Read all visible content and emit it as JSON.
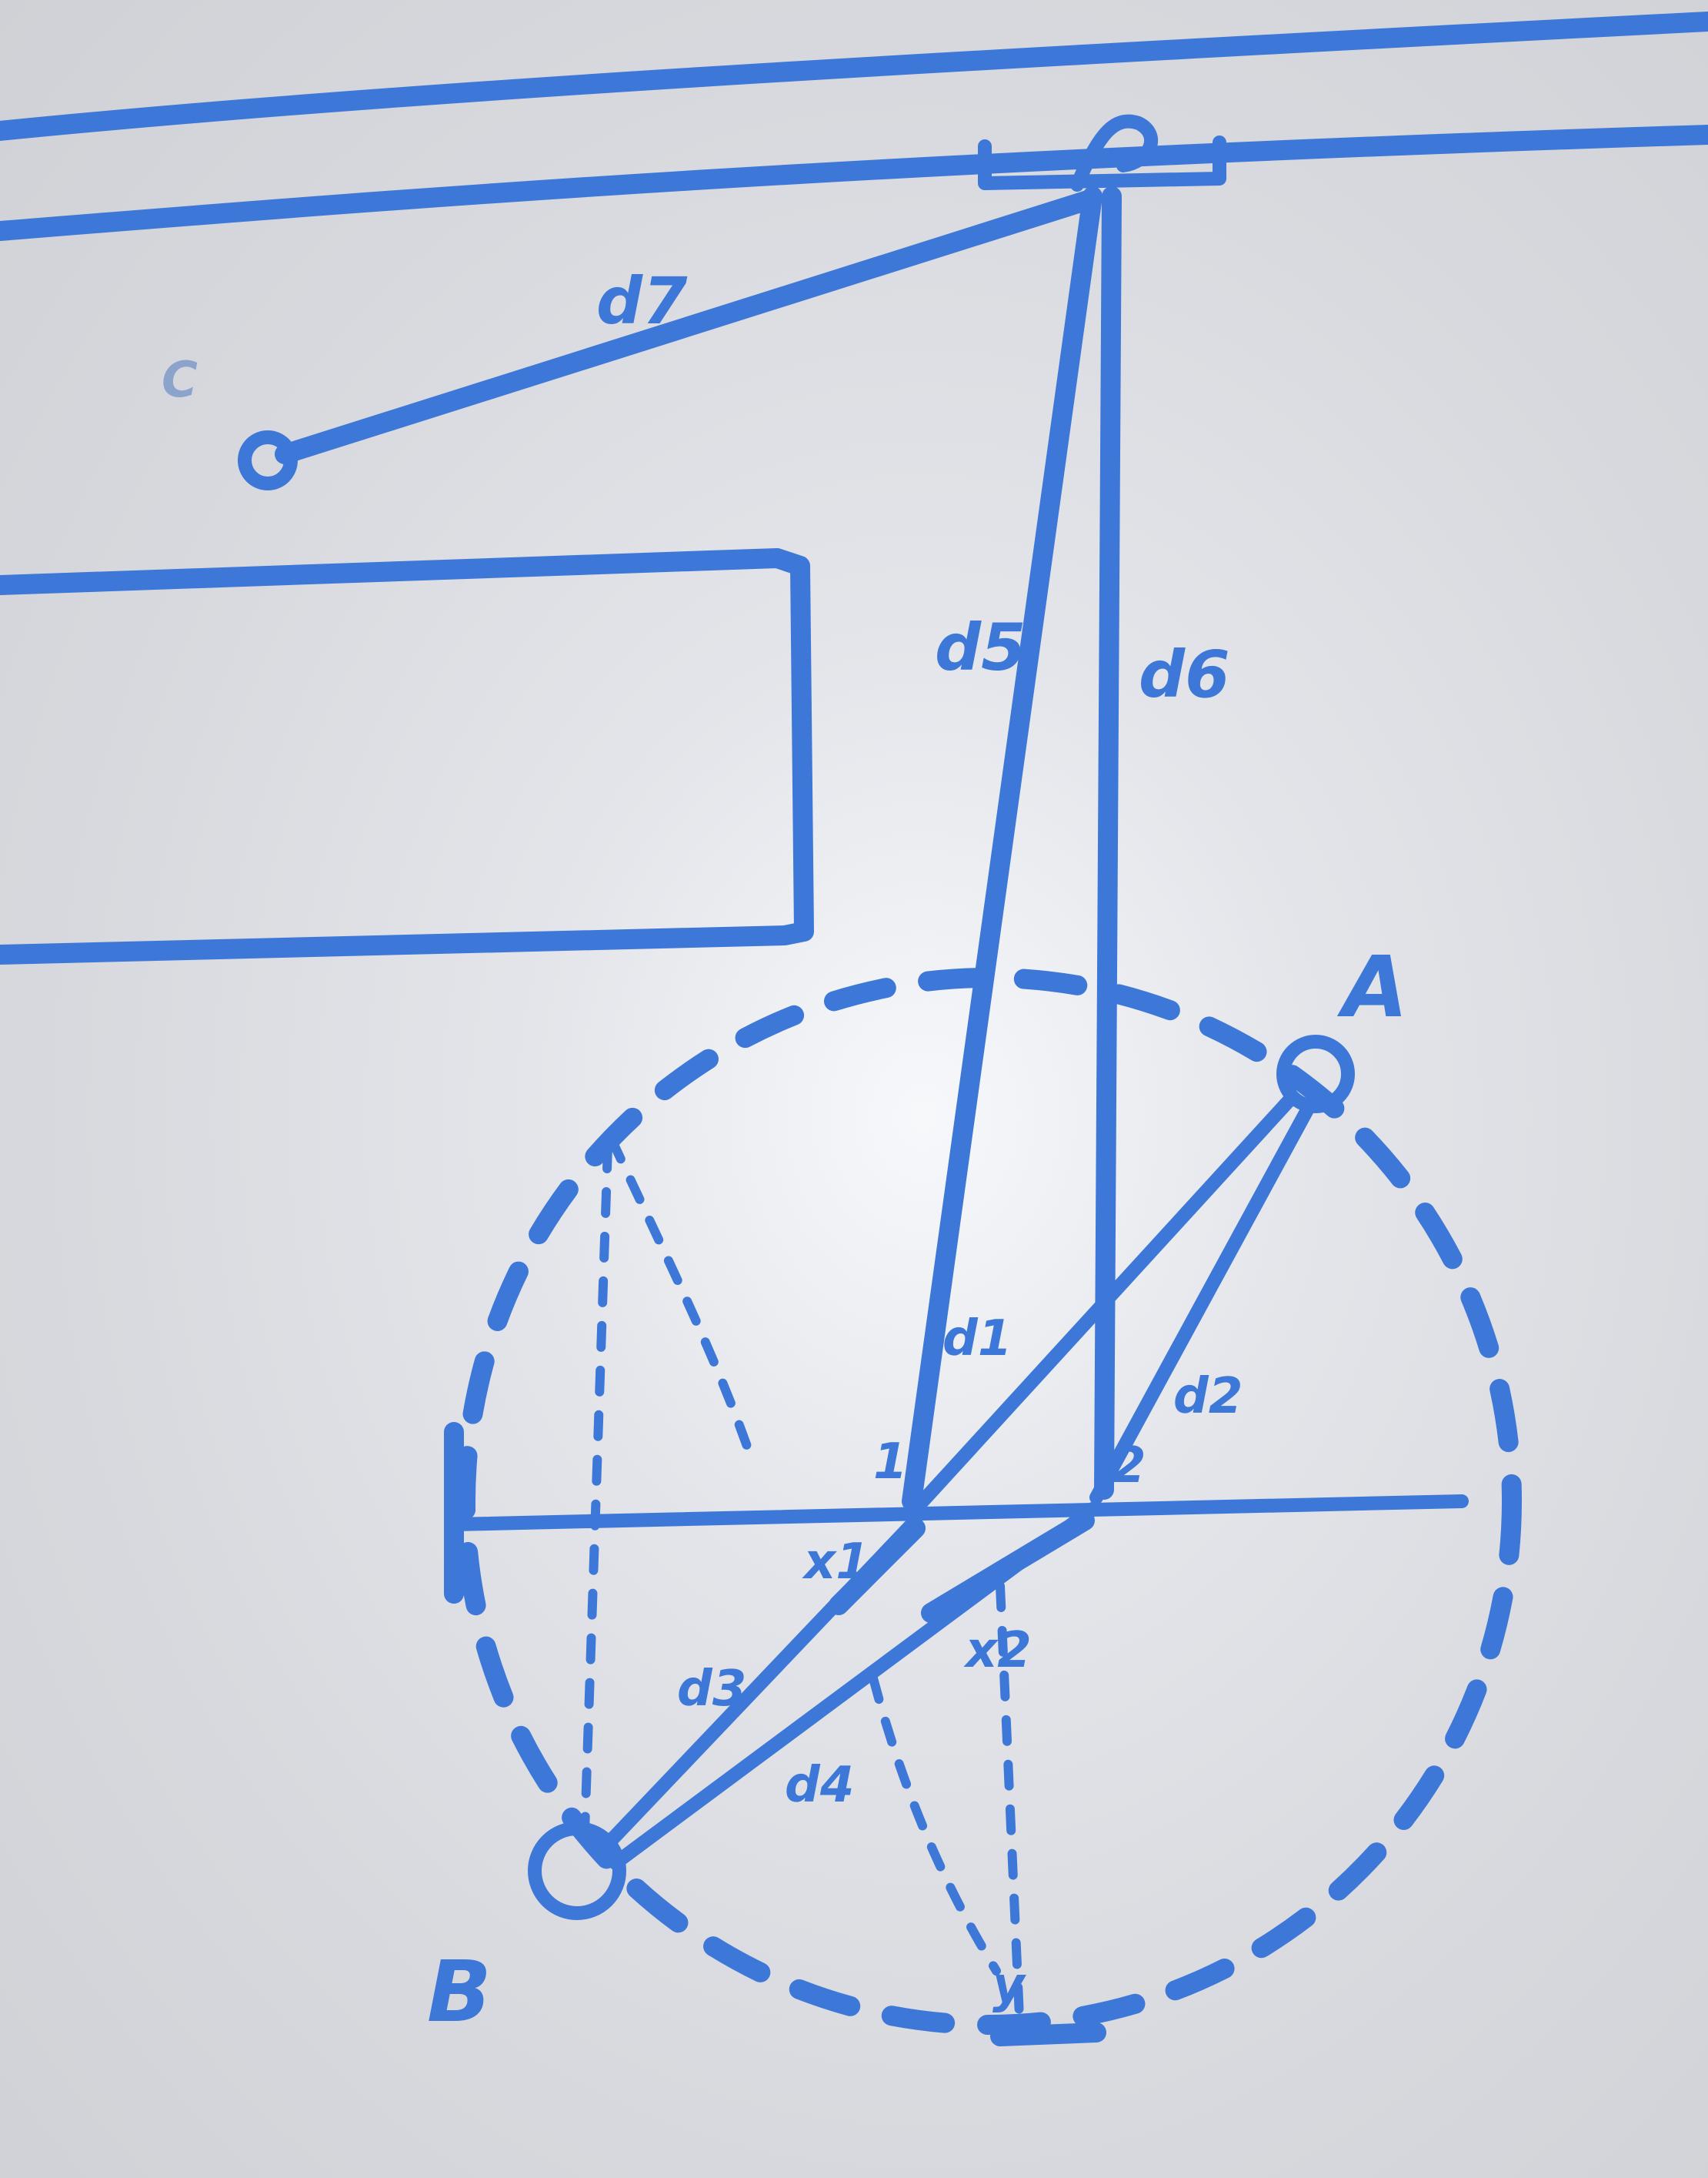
{
  "labels": {
    "top_pivot": "",
    "point_c": "C",
    "d7": "d7",
    "d5": "d5",
    "d6": "d6",
    "point_a": "A",
    "point_b": "B",
    "d1": "d1",
    "d2": "d2",
    "d3": "d3",
    "d4": "d4",
    "joint_1": "1",
    "joint_2": "2",
    "x1": "x1",
    "x2": "x2",
    "y": "y"
  },
  "colors": {
    "ink": "#3d78d8",
    "board": "#d9dbe0"
  }
}
